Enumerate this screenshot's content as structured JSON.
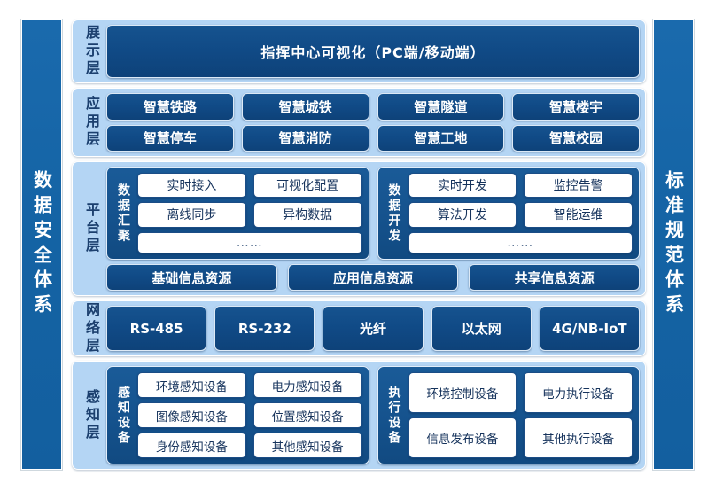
{
  "pillars": {
    "left": "数据安全体系",
    "right": "标准规范体系"
  },
  "layers": {
    "presentation": {
      "label": "展示层",
      "banner": "指挥中心可视化（PC端/移动端）"
    },
    "application": {
      "label": "应用层",
      "items": [
        "智慧铁路",
        "智慧城铁",
        "智慧隧道",
        "智慧楼宇",
        "智慧停车",
        "智慧消防",
        "智慧工地",
        "智慧校园"
      ]
    },
    "platform": {
      "label": "平台层",
      "groups": [
        {
          "name": "数据汇聚",
          "items": [
            "实时接入",
            "可视化配置",
            "离线同步",
            "异构数据"
          ],
          "more": "……"
        },
        {
          "name": "数据开发",
          "items": [
            "实时开发",
            "监控告警",
            "算法开发",
            "智能运维"
          ],
          "more": "……"
        }
      ],
      "resources": [
        "基础信息资源",
        "应用信息资源",
        "共享信息资源"
      ]
    },
    "network": {
      "label": "网络层",
      "items": [
        "RS-485",
        "RS-232",
        "光纤",
        "以太网",
        "4G/NB-IoT"
      ]
    },
    "perception": {
      "label": "感知层",
      "groups": [
        {
          "name": "感知设备",
          "items": [
            "环境感知设备",
            "电力感知设备",
            "图像感知设备",
            "位置感知设备",
            "身份感知设备",
            "其他感知设备"
          ]
        },
        {
          "name": "执行设备",
          "items": [
            "环境控制设备",
            "电力执行设备",
            "信息发布设备",
            "其他执行设备"
          ]
        }
      ]
    }
  },
  "colors": {
    "pillar_blue": "#1463a4",
    "layer_bg": "#b4d5f4",
    "dark_box": "#104a86",
    "white_box_text": "#16335c",
    "page_bg": "#ffffff"
  }
}
